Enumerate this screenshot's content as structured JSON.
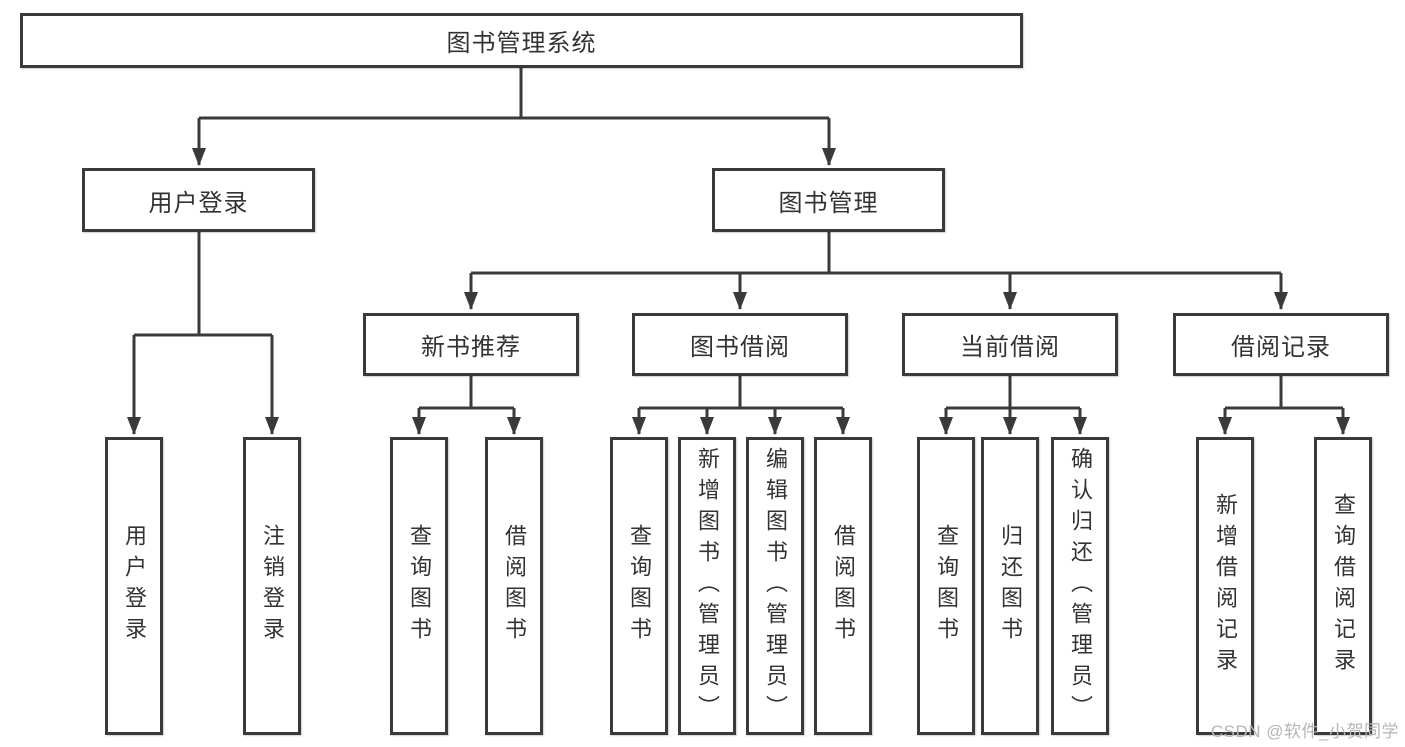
{
  "title": {
    "label": "图书管理系统"
  },
  "branches": {
    "user_login": {
      "label": "用户登录",
      "children": [
        {
          "label": "用户登录"
        },
        {
          "label": "注销登录"
        }
      ]
    },
    "book_mgmt": {
      "label": "图书管理",
      "sections": [
        {
          "label": "新书推荐",
          "children": [
            {
              "label": "查询图书"
            },
            {
              "label": "借阅图书"
            }
          ]
        },
        {
          "label": "图书借阅",
          "children": [
            {
              "label": "查询图书"
            },
            {
              "label": "新增图书（管理员）"
            },
            {
              "label": "编辑图书（管理员）"
            },
            {
              "label": "借阅图书"
            }
          ]
        },
        {
          "label": "当前借阅",
          "children": [
            {
              "label": "查询图书"
            },
            {
              "label": "归还图书"
            },
            {
              "label": "确认归还（管理员）"
            }
          ]
        },
        {
          "label": "借阅记录",
          "children": [
            {
              "label": "新增借阅记录"
            },
            {
              "label": "查询借阅记录"
            }
          ]
        }
      ]
    }
  },
  "watermark": {
    "text": "CSDN @软件_小贺同学"
  },
  "colors": {
    "line": "#3a3a3a",
    "text": "#333333",
    "watermark": "#b5b5b5",
    "background": "#ffffff"
  }
}
